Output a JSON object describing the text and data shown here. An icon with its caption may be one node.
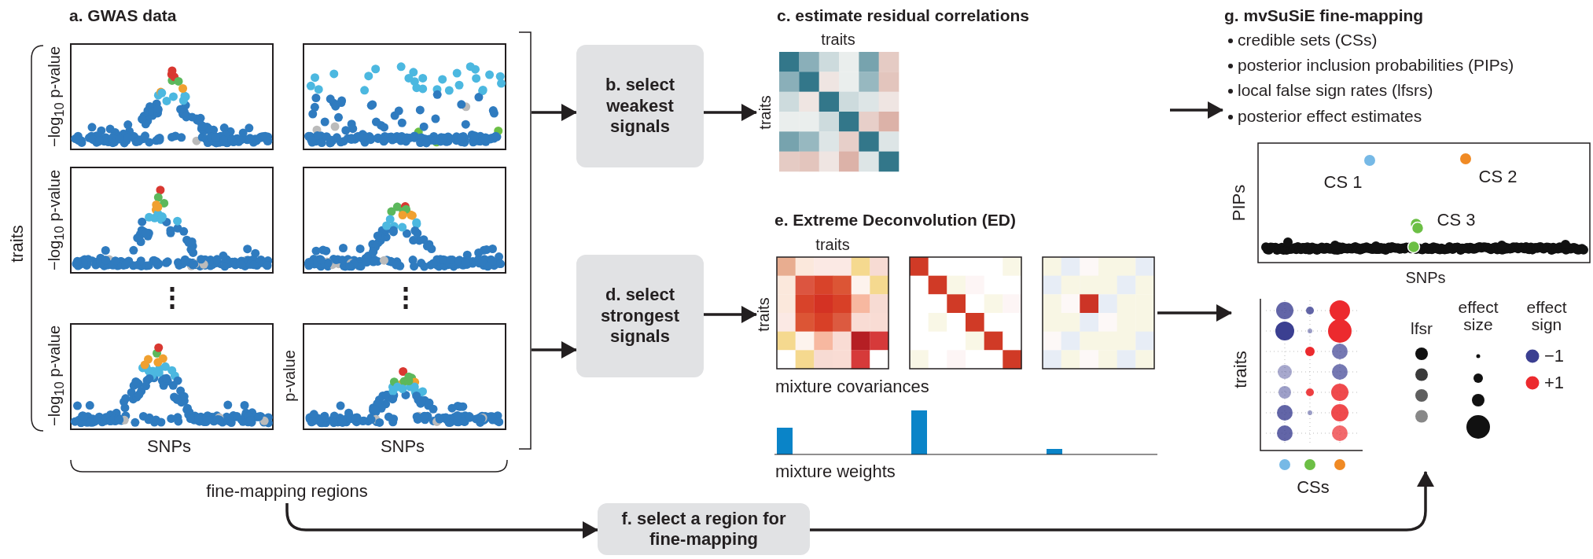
{
  "diagram": {
    "nodes": [
      {
        "text": [
          "a. GWAS data"
        ],
        "beside": [
          "fine-mapping regions"
        ]
      },
      {
        "text": [
          "b. select weakest signals"
        ]
      },
      {
        "text": [
          "c. estimate residual correlations"
        ]
      },
      {
        "text": [
          "d. select strongest signals"
        ]
      },
      {
        "text": [
          "e. Extreme Deconvolution (ED)"
        ]
      },
      {
        "text": [
          "f. select a region for fine-mapping"
        ]
      },
      {
        "text": [
          "g. mvSuSiE fine-mapping",
          "credible sets (CSs)",
          "posterior inclusion probabilities (PIPs)",
          "local false sign rates (lfsrs)",
          "posterior effect estimates"
        ]
      },
      {
        "text": [
          "lfsr",
          "effect size",
          "effect sign"
        ]
      }
    ],
    "edges": [
      {
        "from": 0,
        "to": 1,
        "arrow": "to"
      },
      {
        "from": 0,
        "to": 3,
        "arrow": "to"
      },
      {
        "from": 1,
        "to": 2,
        "arrow": "to"
      },
      {
        "from": 3,
        "to": 4,
        "arrow": "to"
      },
      {
        "from": null,
        "to": 6,
        "arrow": "to"
      },
      {
        "from": 4,
        "to": 7,
        "arrow": "to"
      },
      {
        "from": 0,
        "to": 5,
        "arrow": "to"
      },
      {
        "from": 5,
        "to": 7,
        "arrow": "to"
      }
    ],
    "labels": [
      "traits",
      "−log$_{10}$ p-value",
      "−log$_{10}$ p-value",
      "−log$_{10}$ p-value",
      "p-value",
      "SNPs",
      "SNPs",
      "traits",
      "traits",
      "traits",
      "traits",
      "mixture covariances",
      "mixture weights",
      "PIPs",
      "CS 1",
      "CS 2",
      "CS 3",
      "SNPs",
      "traits",
      "CSs"
    ],
    "legend": [
      {
        "text": "−1",
        "color": "#3b3f91"
      },
      {
        "text": "+1",
        "color": "#ec2a2e"
      }
    ]
  }
}
